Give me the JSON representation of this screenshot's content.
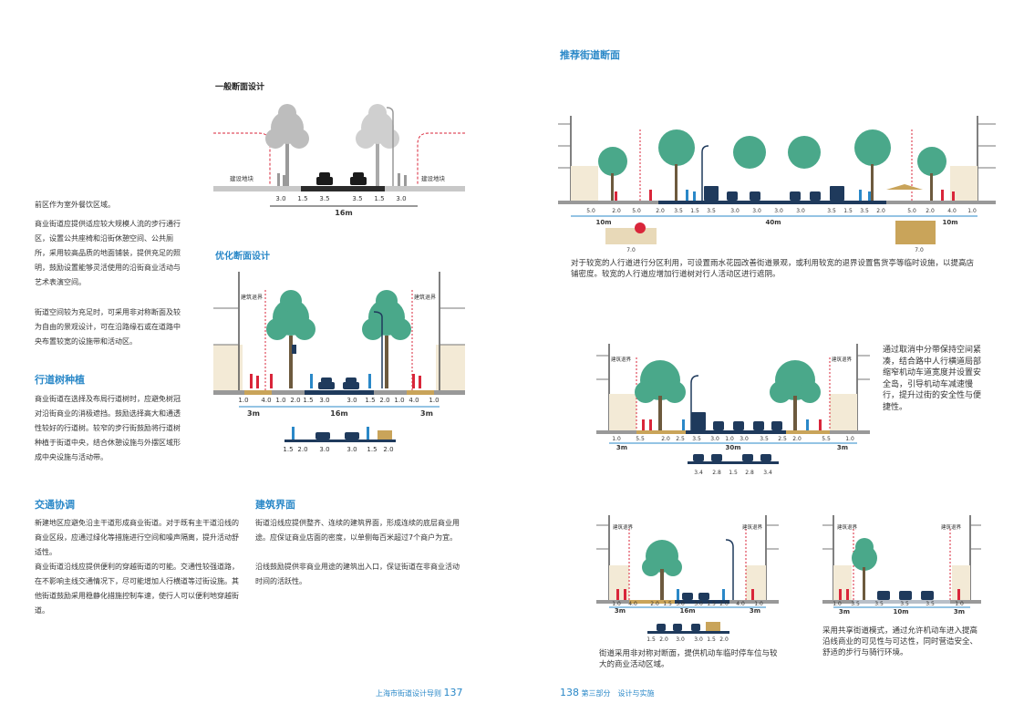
{
  "left_page": {
    "intro_fragment": "前区作为室外餐饮区域。",
    "para_commercial": "商业街道应提供适应较大规模人流的步行通行区，设置公共座椅和沿街休憩空间、公共厕所，采用较高品质的地面铺装，提供充足的照明，鼓励设置能够灵活使用的沿街商业活动与艺术表演空间。",
    "para_space": "街道空间较为充足时，可采用非对称断面及较为自由的景观设计，可在沿路缘石或在道路中央布置较宽的设施带和活动区。",
    "tree_heading": "行道树种植",
    "tree_para": "商业街道在选择及布局行道树时，应避免树冠对沿街商业的消极遮挡。鼓励选择高大和通透性较好的行道树。较窄的步行街鼓励将行道树种植于街道中央，结合休憩设施与外摆区域形成中央设施与活动带。",
    "traffic_heading": "交通协调",
    "traffic_para1": "新建地区应避免沿主干道形成商业街道。对于既有主干道沿线的商业区段，应通过绿化等措施进行空间和噪声隔离，提升活动舒适性。",
    "traffic_para2": "商业街道沿线应提供便利的穿越街道的可能。交通性较强道路，在不影响主线交通情况下，尽可能增加人行横道等过街设施。其他街道鼓励采用稳静化措施控制车速，使行人可以便利地穿越街道。",
    "facade_heading": "建筑界面",
    "facade_para1": "街道沿线应提供整齐、连续的建筑界面，形成连续的底层商业用途。应保证商业店面的密度，以单侧每百米超过7个商户为宜。",
    "facade_para2": "沿线鼓励提供非商业用途的建筑出入口，保证街道在非商业活动时间的活跃性。",
    "general_title": "一般断面设计",
    "optimized_title": "优化断面设计",
    "land_label": "建设地块",
    "setback_label": "建筑退界",
    "general_dims": [
      "3.0",
      "1.5",
      "3.5",
      "3.5",
      "1.5",
      "3.0"
    ],
    "general_total": "16m",
    "opt_dims": [
      "1.0",
      "4.0",
      "1.0",
      "2.0",
      "1.5",
      "3.0",
      "3.0",
      "1.5",
      "2.0",
      "1.0",
      "4.0",
      "1.0"
    ],
    "opt_totals": [
      "3m",
      "16m",
      "3m"
    ],
    "opt_alt_dims": [
      "1.5",
      "2.0",
      "3.0",
      "3.0",
      "1.5",
      "2.0"
    ],
    "footer": {
      "name": "上海市街道设计导则",
      "page": "137"
    }
  },
  "right_page": {
    "title": "推荐街道断面",
    "s1_dims": [
      "5.0",
      "2.0",
      "5.0",
      "2.0",
      "3.5",
      "1.5",
      "3.5",
      "3.0",
      "3.0",
      "3.0",
      "3.0",
      "3.5",
      "1.5",
      "3.5",
      "2.0",
      "5.0",
      "2.0",
      "4.0",
      "1.0"
    ],
    "s1_totals": [
      "10m",
      "40m",
      "10m"
    ],
    "s1_sub": "7.0",
    "s1_caption": "对于较宽的人行道进行分区利用，可设置雨水花园改善街道景观，或利用较宽的退界设置售货亭等临时设施，以提高店铺密度。较宽的人行道应增加行道树对行人活动区进行遮阴。",
    "s2_dims": [
      "1.0",
      "5.5",
      "2.0",
      "2.5",
      "3.5",
      "3.0",
      "1.0",
      "3.0",
      "3.5",
      "2.5",
      "2.0",
      "5.5",
      "1.0"
    ],
    "s2_totals": [
      "3m",
      "30m",
      "3m"
    ],
    "s2_alt": [
      "3.4",
      "2.8",
      "1.5",
      "2.8",
      "3.4"
    ],
    "s2_caption": "通过取消中分带保持空间紧凑，结合路中人行横道局部缩窄机动车道宽度并设置安全岛，引导机动车减速慢行，提升过街的安全性与便捷性。",
    "s3_dims": [
      "1.0",
      "4.0",
      "2.0",
      "1.5",
      "3.0",
      "3.0",
      "1.5",
      "2.0",
      "4.0",
      "1.0"
    ],
    "s3_totals": [
      "3m",
      "16m",
      "3m"
    ],
    "s3_alt": [
      "1.5",
      "2.0",
      "3.0",
      "3.0",
      "1.5",
      "2.0"
    ],
    "s3_caption": "街道采用非对称对断面，提供机动车临时停车位与较大的商业活动区域。",
    "s4_dims": [
      "1.0",
      "3.5",
      "3.5",
      "3.5",
      "3.5",
      "1.0"
    ],
    "s4_totals": [
      "3m",
      "10m",
      "3m"
    ],
    "s4_caption": "采用共享街道模式，通过允许机动车进入提高沿线商业的可见性与可达性，同时营造安全、舒适的步行与骑行环境。",
    "footer": {
      "page": "138",
      "part": "第三部分",
      "section": "设计与实施"
    }
  },
  "colors": {
    "accent_blue": "#2a88c8",
    "tree_green": "#4aa88a",
    "ped_red": "#d9263a",
    "road_dark": "#1f3a5c",
    "paving_tan": "#c9a45a"
  }
}
